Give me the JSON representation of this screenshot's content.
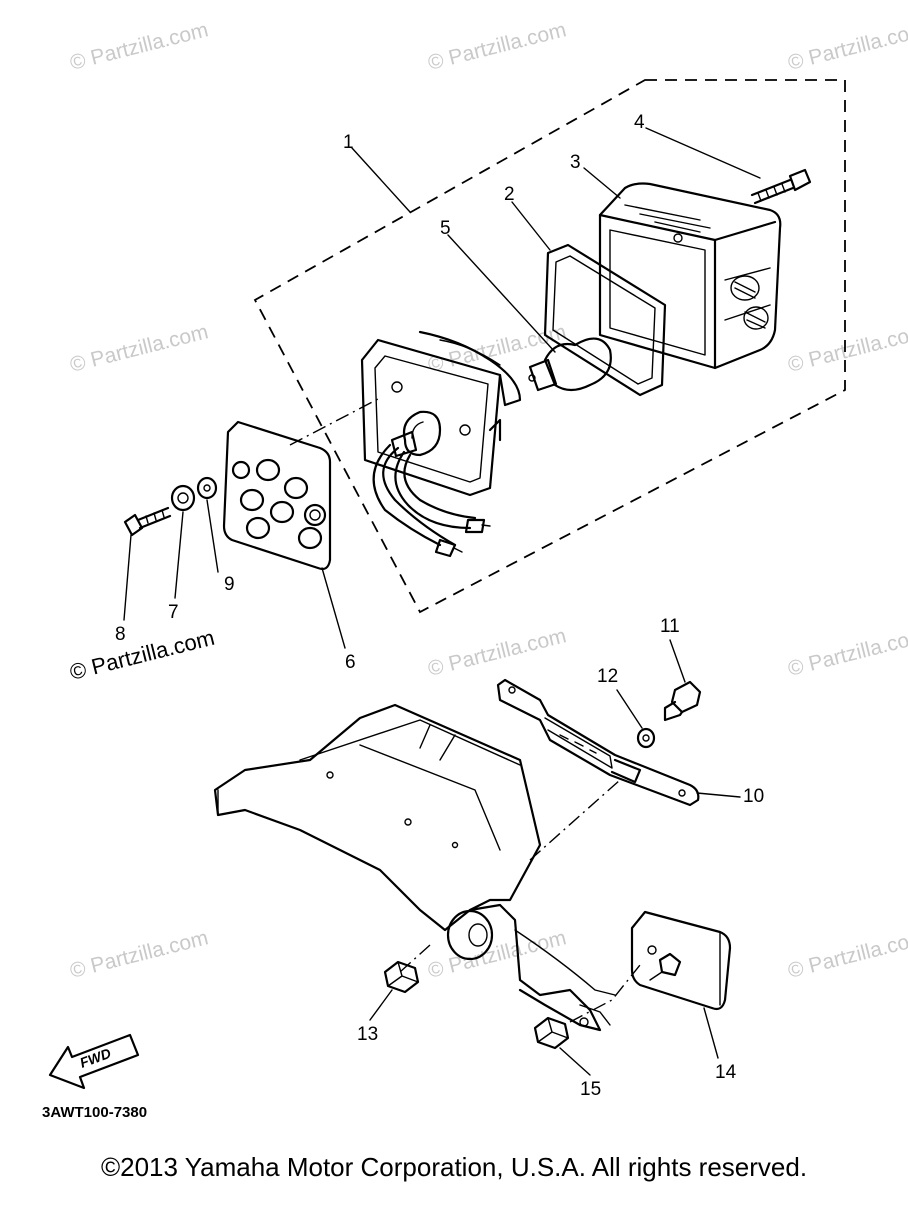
{
  "watermark_text": "© Partzilla.com",
  "watermark_primary": "© Partzilla.com",
  "part_numbers": [
    "1",
    "2",
    "3",
    "4",
    "5",
    "6",
    "7",
    "8",
    "9",
    "10",
    "11",
    "12",
    "13",
    "14",
    "15"
  ],
  "fwd_label": "FWD",
  "diagram_code": "3AWT100-7380",
  "copyright": "©2013 Yamaha Motor Corporation, U.S.A. All rights reserved.",
  "colors": {
    "ink": "#000000",
    "watermark": "#c9c9c9",
    "background": "#ffffff"
  }
}
